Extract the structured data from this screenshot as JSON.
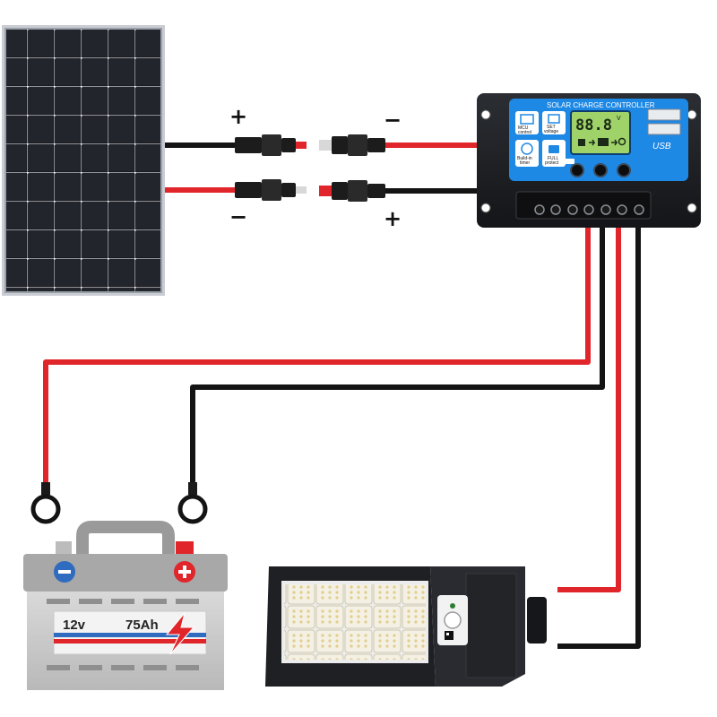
{
  "controller": {
    "title": "SOLAR CHARGE CONTROLLER",
    "display": "88.8",
    "unit": "V",
    "usb_label": "USB",
    "badges": {
      "mcu": "MCU",
      "mcu_sub": "control",
      "set": "SET",
      "set_sub": "voltage",
      "build": "Build-in",
      "build_sub": "timer",
      "full": "FULL",
      "full_sub": "protect"
    }
  },
  "polarity": {
    "panel_top": "+",
    "panel_bottom": "−",
    "ctrl_top": "−",
    "ctrl_bottom": "+"
  },
  "battery": {
    "voltage": "12v",
    "capacity": "75Ah"
  },
  "colors": {
    "red_wire": "#e0252b",
    "black_wire": "#141414",
    "controller_blue": "#1e88e5",
    "lcd_green": "#9fd36a",
    "battery_negative": "#2f6bbf",
    "battery_positive": "#e0252b"
  },
  "icons": [
    "solar-panel-icon",
    "mc4-connector-icon",
    "charge-controller-icon",
    "battery-icon",
    "solar-street-light-icon"
  ]
}
